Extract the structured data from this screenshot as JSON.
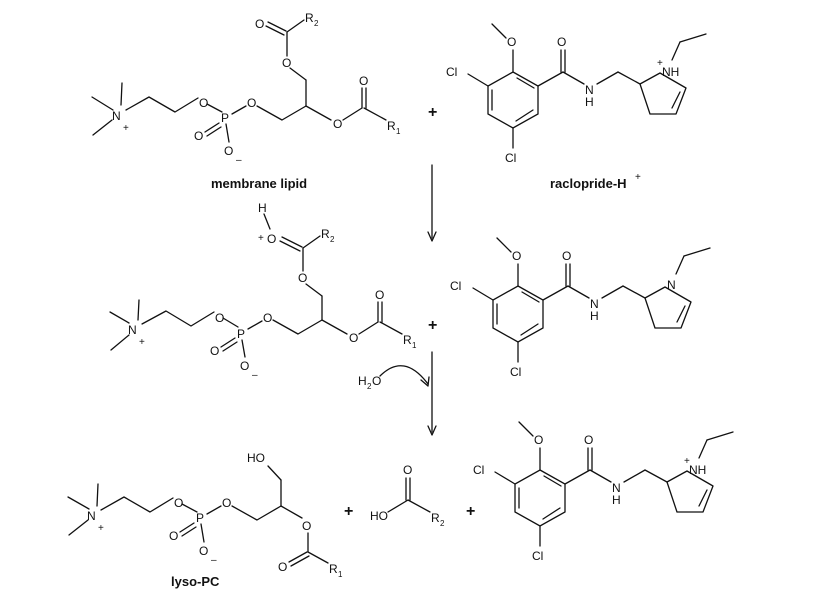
{
  "labels": {
    "membrane_lipid": "membrane lipid",
    "raclopride": "raclopride-H",
    "raclopride_charge": "+",
    "lyso_pc": "lyso-PC"
  },
  "reagents": {
    "water": "H",
    "water_sub": "2",
    "water_o": "O"
  },
  "plus_sign": "+",
  "atoms": {
    "N": "N",
    "O": "O",
    "P": "P",
    "H": "H",
    "R": "R",
    "Cl": "Cl",
    "NH": "NH",
    "HO": "HO",
    "charge_plus": "+",
    "charge_minus": "–",
    "r1_sub": "1",
    "r2_sub": "2"
  }
}
